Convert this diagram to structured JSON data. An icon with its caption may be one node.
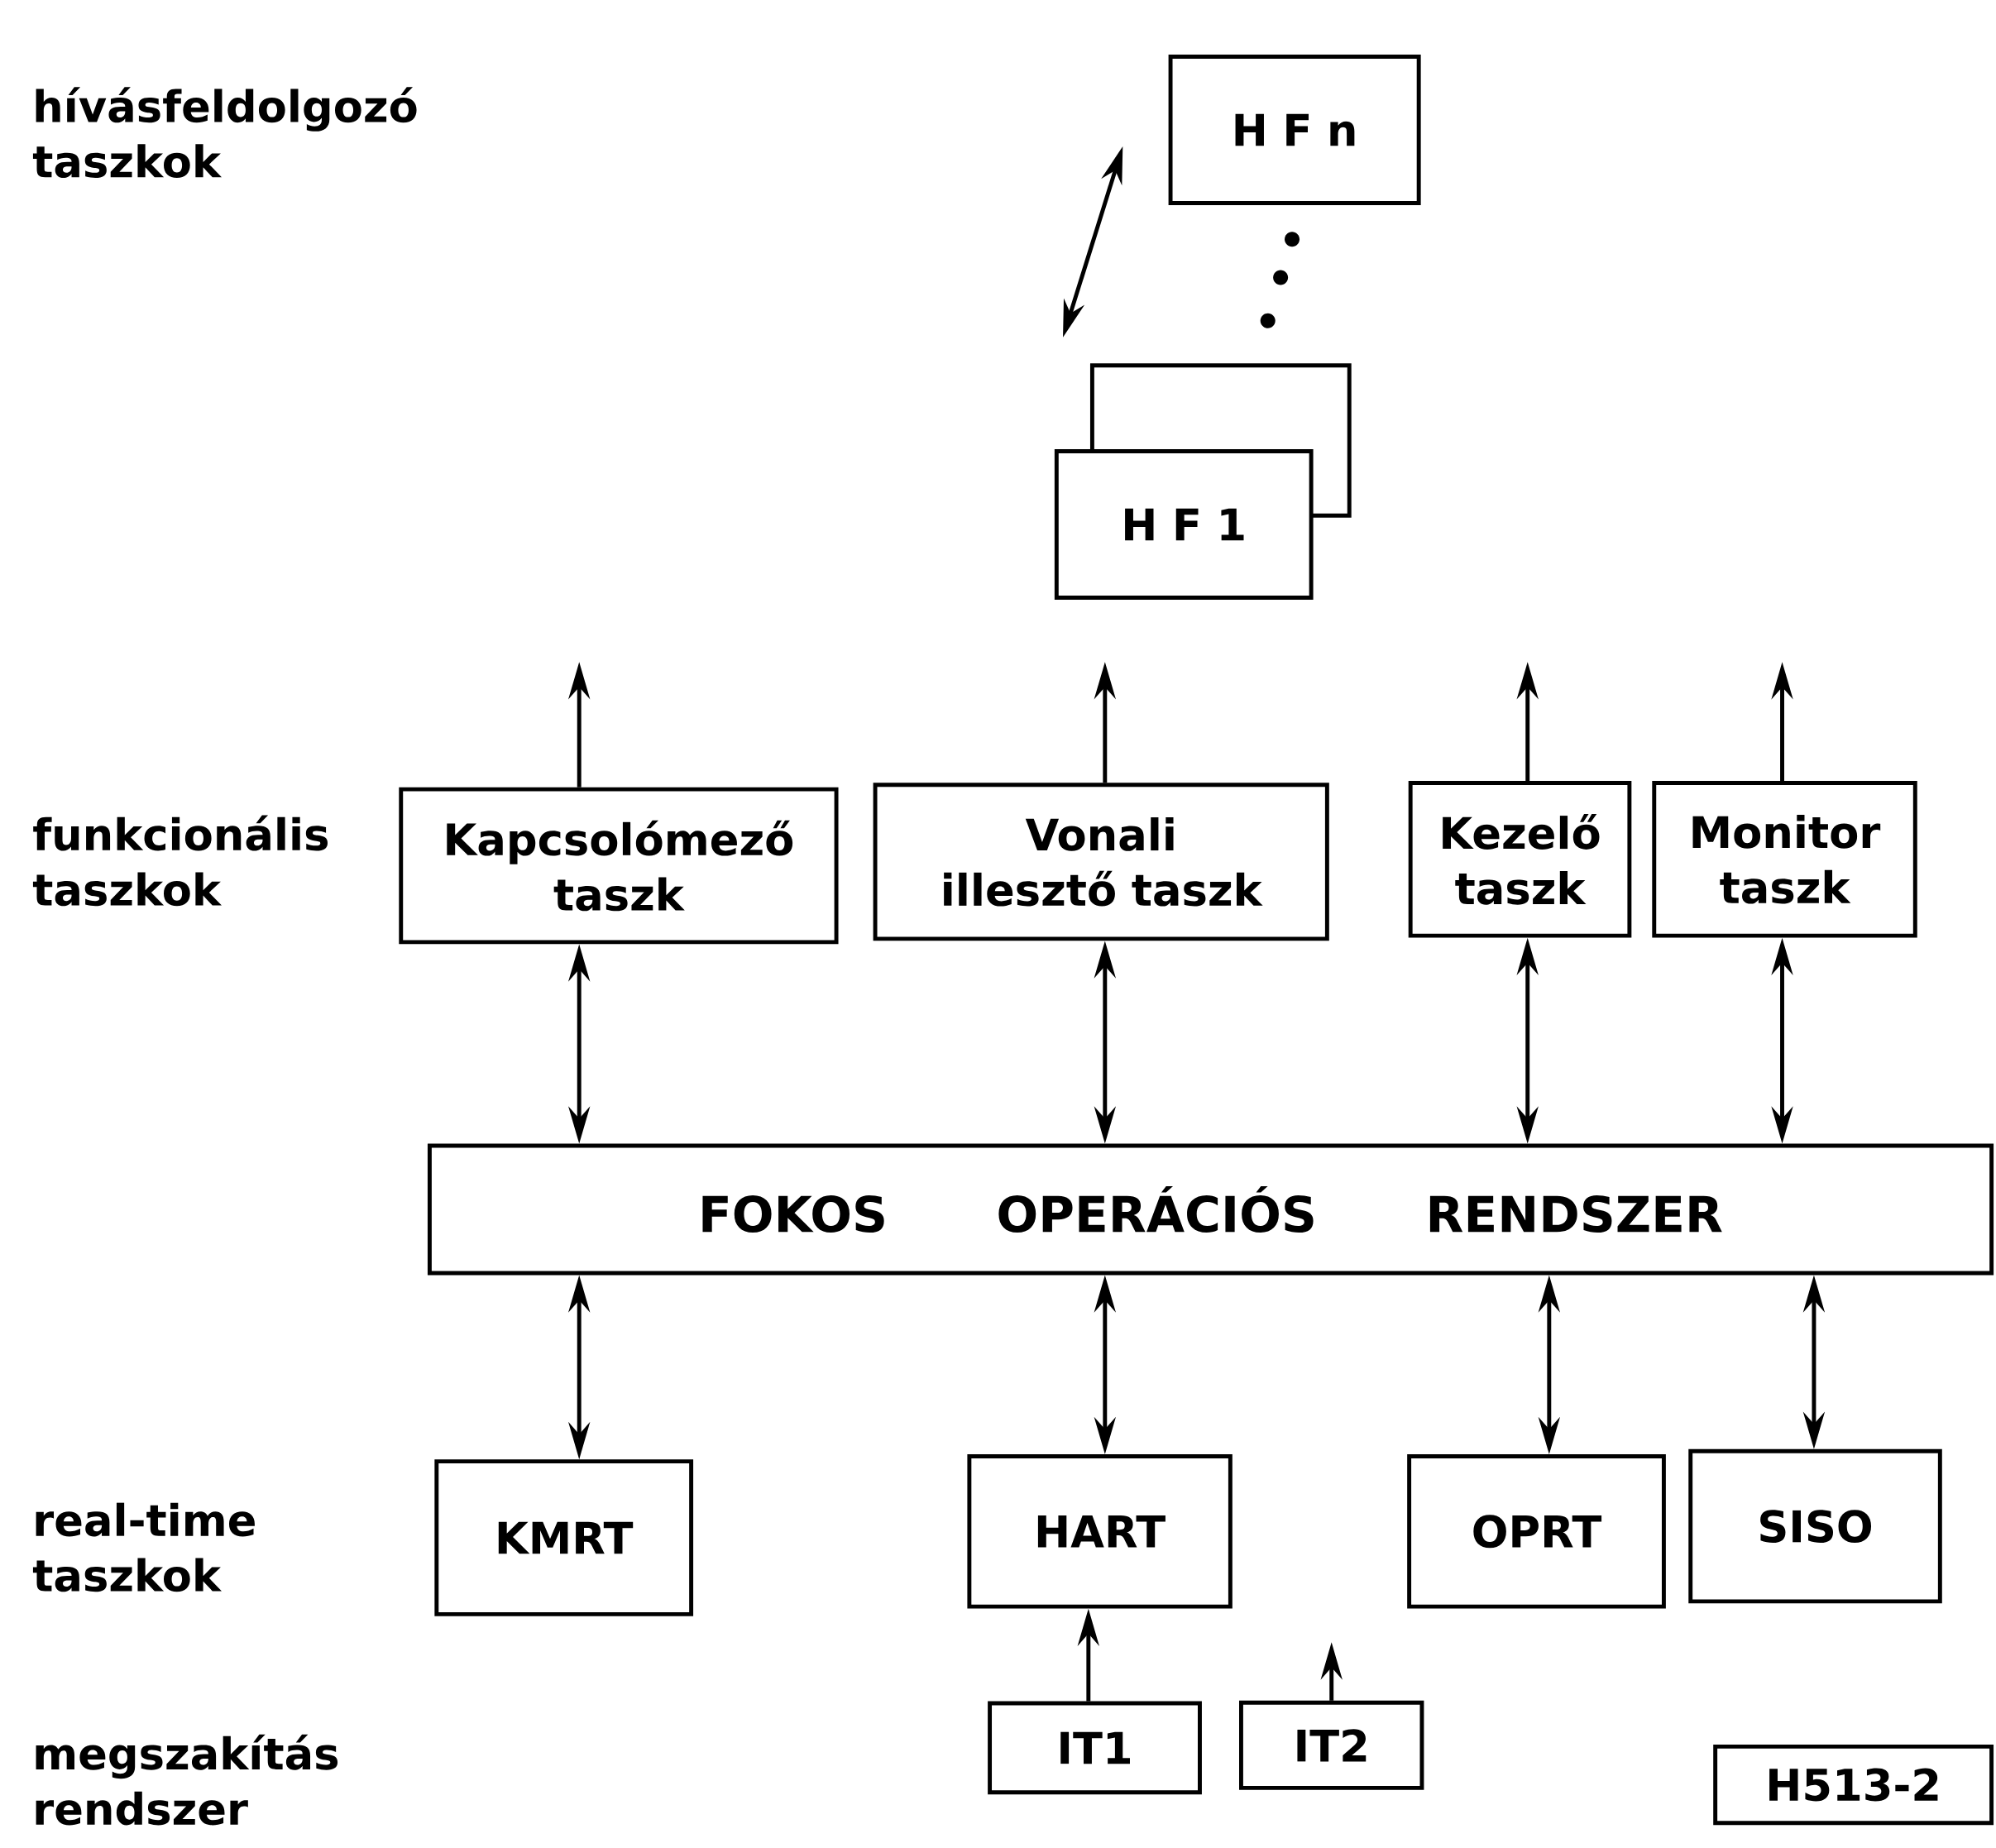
{
  "diagram": {
    "nodes": [
      {
        "text": [
          "H F n"
        ]
      },
      {
        "text": [
          "H F 1"
        ]
      },
      {
        "text": [
          "Kapcsolómező taszk"
        ]
      },
      {
        "text": [
          "Vonali illesztő taszk"
        ]
      },
      {
        "text": [
          "Kezelő taszk"
        ]
      },
      {
        "text": [
          "Monitor taszk"
        ]
      },
      {
        "text": [
          "FOKOS OPERÁCIÓS RENDSZER"
        ]
      },
      {
        "text": [
          "KMRT"
        ]
      },
      {
        "text": [
          "HART"
        ]
      },
      {
        "text": [
          "OPRT"
        ]
      },
      {
        "text": [
          "SISO"
        ]
      },
      {
        "text": [
          "IT1"
        ]
      },
      {
        "text": [
          "IT2"
        ]
      },
      {
        "text": [
          "H513-2"
        ]
      }
    ],
    "edges": [
      {
        "from": 2,
        "to": null,
        "arrow": "to"
      },
      {
        "from": 3,
        "to": null,
        "arrow": "to"
      },
      {
        "from": 4,
        "to": null,
        "arrow": "to"
      },
      {
        "from": 5,
        "to": null,
        "arrow": "to"
      },
      {
        "from": 2,
        "to": 6,
        "arrow": "both"
      },
      {
        "from": 3,
        "to": 6,
        "arrow": "both"
      },
      {
        "from": 4,
        "to": 6,
        "arrow": "both"
      },
      {
        "from": 5,
        "to": 6,
        "arrow": "both"
      },
      {
        "from": 6,
        "to": 7,
        "arrow": "both"
      },
      {
        "from": 6,
        "to": 8,
        "arrow": "both"
      },
      {
        "from": 6,
        "to": 9,
        "arrow": "both"
      },
      {
        "from": 6,
        "to": 10,
        "arrow": "both"
      },
      {
        "from": 11,
        "to": 8,
        "arrow": "to"
      },
      {
        "from": 12,
        "to": null,
        "arrow": "to"
      }
    ],
    "labels": [
      "hívásfeldolgozó taszkok",
      "funkcionális taszkok",
      "real-time taszkok",
      "megszakítás rendszer"
    ]
  }
}
